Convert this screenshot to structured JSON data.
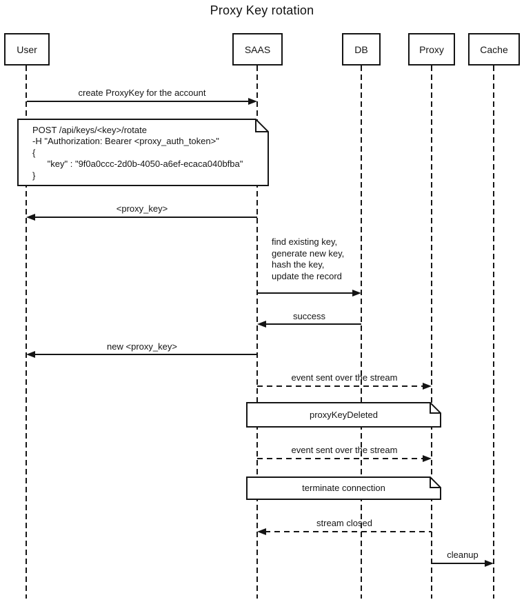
{
  "title": "Proxy Key rotation",
  "colors": {
    "ink": "#141414",
    "background": "#ffffff"
  },
  "actors": [
    {
      "label": "User"
    },
    {
      "label": "SAAS"
    },
    {
      "label": "DB"
    },
    {
      "label": "Proxy"
    },
    {
      "label": "Cache"
    }
  ],
  "messages": [
    {
      "from": "User",
      "to": "SAAS",
      "line": "solid",
      "label": "create ProxyKey for the account"
    },
    {
      "from": "SAAS",
      "to": "User",
      "line": "solid",
      "label": "<proxy_key>"
    },
    {
      "from": "SAAS",
      "to": "DB",
      "line": "solid",
      "label": "find existing key,\ngenerate new key,\nhash the key,\nupdate the record"
    },
    {
      "from": "DB",
      "to": "SAAS",
      "line": "solid",
      "label": "success"
    },
    {
      "from": "SAAS",
      "to": "User",
      "line": "solid",
      "label": "new <proxy_key>"
    },
    {
      "from": "SAAS",
      "to": "Proxy",
      "line": "dashed",
      "label": "event sent over the stream"
    },
    {
      "from": "SAAS",
      "to": "Proxy",
      "line": "dashed",
      "label": "event sent over the stream"
    },
    {
      "from": "Proxy",
      "to": "SAAS",
      "line": "dashed",
      "label": "stream closed"
    },
    {
      "from": "Proxy",
      "to": "Cache",
      "line": "solid",
      "label": "cleanup"
    }
  ],
  "notes": [
    {
      "text": "POST /api/keys/<key>/rotate\n-H \"Authorization: Bearer <proxy_auth_token>\"\n{\n      \"key\" : \"9f0a0ccc-2d0b-4050-a6ef-ecaca040bfba\"\n}"
    },
    {
      "text": "proxyKeyDeleted"
    },
    {
      "text": "terminate connection"
    }
  ]
}
